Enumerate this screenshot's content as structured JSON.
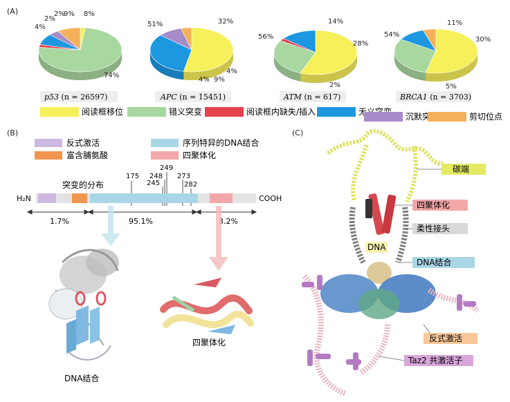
{
  "panel_a": {
    "label": "(A)",
    "pies": [
      {
        "gene": "p53",
        "n_label": " (n = 26597)",
        "values": [
          2,
          74,
          2,
          8,
          4,
          9
        ],
        "pct_labels": [
          "2%",
          "74%",
          "2%",
          "8%",
          "4%",
          "9%"
        ]
      },
      {
        "gene": "APC",
        "n_label": " (n = 15451)",
        "values": [
          51,
          0,
          0,
          32,
          9,
          4
        ],
        "pct_labels": [
          "51%",
          "32%",
          "4%",
          "9%",
          "4%"
        ]
      },
      {
        "gene": "ATM",
        "n_label": " (n = 617)",
        "values": [
          56,
          28,
          2,
          14,
          0,
          0
        ],
        "pct_labels": [
          "56%",
          "14%",
          "28%",
          "2%"
        ]
      },
      {
        "gene": "BRCA1",
        "n_label": " (n = 3703)",
        "values": [
          54,
          30,
          0,
          11,
          0,
          5
        ],
        "pct_labels": [
          "54%",
          "11%",
          "30%",
          "5%"
        ]
      }
    ],
    "legend": [
      {
        "label": "阅读框移位",
        "color": "#f6f05a"
      },
      {
        "label": "错义突变",
        "color": "#a9d7a0"
      },
      {
        "label": "阅读框内缺失/插入",
        "color": "#e6414f"
      },
      {
        "label": "无义突变",
        "color": "#1d97e0"
      },
      {
        "label": "沉默突变",
        "color": "#a58bc8"
      },
      {
        "label": "剪切位点",
        "color": "#f5b15a"
      }
    ]
  },
  "panel_b": {
    "label": "(B)",
    "legend": [
      {
        "label": "反式激活",
        "color": "#cdb8e0"
      },
      {
        "label": "序列特异的DNA结合",
        "color": "#a9d6e6"
      },
      {
        "label": "富含脯氨酸",
        "color": "#ef9550"
      },
      {
        "label": "四聚体化",
        "color": "#f2a7a9"
      }
    ],
    "mutation_title": "突变的分布",
    "hotspots": [
      "175",
      "245",
      "248",
      "249",
      "273",
      "282"
    ],
    "n_term": "H₂N",
    "c_term": "COOH",
    "percents": [
      "1.7%",
      "95.1%",
      "3.2%"
    ],
    "dna_caption": "DNA结合",
    "tet_caption": "四聚体化"
  },
  "panel_c": {
    "label": "(C)",
    "callouts": [
      {
        "label": "碳端",
        "color": "#e4ea62"
      },
      {
        "label": "四聚体化",
        "color": "#f2a7a9"
      },
      {
        "label": "柔性接头",
        "color": "#d9d9d9"
      },
      {
        "label": "DNA结合",
        "color": "#a9d6e6"
      },
      {
        "label": "反式激活",
        "color": "#f7c79a"
      },
      {
        "label": "Taz2 共激活子",
        "color": "#d9a6dc"
      }
    ],
    "dna_label": "DNA"
  }
}
